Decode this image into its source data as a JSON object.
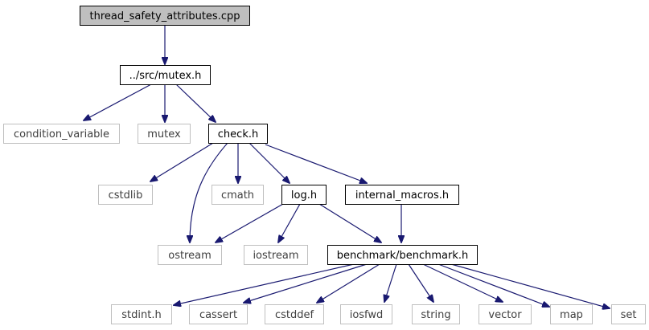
{
  "graph": {
    "nodes": [
      {
        "id": "root",
        "label": "thread_safety_attributes.cpp",
        "kind": "root"
      },
      {
        "id": "mutex_h",
        "label": "../src/mutex.h",
        "kind": "internal"
      },
      {
        "id": "condition_variable",
        "label": "condition_variable",
        "kind": "external"
      },
      {
        "id": "mutex",
        "label": "mutex",
        "kind": "external"
      },
      {
        "id": "check_h",
        "label": "check.h",
        "kind": "internal"
      },
      {
        "id": "cstdlib",
        "label": "cstdlib",
        "kind": "external"
      },
      {
        "id": "cmath",
        "label": "cmath",
        "kind": "external"
      },
      {
        "id": "log_h",
        "label": "log.h",
        "kind": "internal"
      },
      {
        "id": "internal_macros_h",
        "label": "internal_macros.h",
        "kind": "internal"
      },
      {
        "id": "ostream",
        "label": "ostream",
        "kind": "external"
      },
      {
        "id": "iostream",
        "label": "iostream",
        "kind": "external"
      },
      {
        "id": "benchmark_h",
        "label": "benchmark/benchmark.h",
        "kind": "internal"
      },
      {
        "id": "stdint_h",
        "label": "stdint.h",
        "kind": "external"
      },
      {
        "id": "cassert",
        "label": "cassert",
        "kind": "external"
      },
      {
        "id": "cstddef",
        "label": "cstddef",
        "kind": "external"
      },
      {
        "id": "iosfwd",
        "label": "iosfwd",
        "kind": "external"
      },
      {
        "id": "string",
        "label": "string",
        "kind": "external"
      },
      {
        "id": "vector",
        "label": "vector",
        "kind": "external"
      },
      {
        "id": "map",
        "label": "map",
        "kind": "external"
      },
      {
        "id": "set",
        "label": "set",
        "kind": "external"
      }
    ],
    "edges": [
      [
        "root",
        "mutex_h"
      ],
      [
        "mutex_h",
        "condition_variable"
      ],
      [
        "mutex_h",
        "mutex"
      ],
      [
        "mutex_h",
        "check_h"
      ],
      [
        "check_h",
        "cstdlib"
      ],
      [
        "check_h",
        "cmath"
      ],
      [
        "check_h",
        "log_h"
      ],
      [
        "check_h",
        "internal_macros_h"
      ],
      [
        "check_h",
        "ostream"
      ],
      [
        "log_h",
        "ostream"
      ],
      [
        "log_h",
        "iostream"
      ],
      [
        "log_h",
        "benchmark_h"
      ],
      [
        "internal_macros_h",
        "benchmark_h"
      ],
      [
        "benchmark_h",
        "stdint_h"
      ],
      [
        "benchmark_h",
        "cassert"
      ],
      [
        "benchmark_h",
        "cstddef"
      ],
      [
        "benchmark_h",
        "iosfwd"
      ],
      [
        "benchmark_h",
        "string"
      ],
      [
        "benchmark_h",
        "vector"
      ],
      [
        "benchmark_h",
        "map"
      ],
      [
        "benchmark_h",
        "set"
      ]
    ]
  },
  "colors": {
    "edge": "#191970",
    "root_fill": "#bfbfbf",
    "internal_border": "#000000",
    "external_border": "#bfbfbf"
  }
}
